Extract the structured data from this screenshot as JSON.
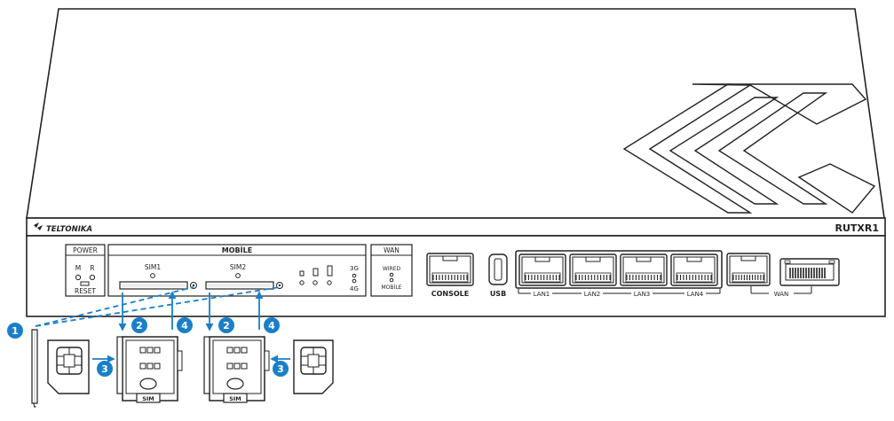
{
  "device": {
    "brand": "TELTONIKA",
    "model": "RUTXR1"
  },
  "panels": {
    "power": {
      "title": "POWER",
      "led_m": "M",
      "led_r": "R",
      "reset": "RESET"
    },
    "mobile": {
      "title": "MOBİLE",
      "sim1": "SIM1",
      "sim2": "SIM2",
      "net_3g": "3G",
      "net_4g": "4G"
    },
    "wan": {
      "title": "WAN",
      "wired": "WIRED",
      "mobile": "MOBİLE"
    }
  },
  "ports": {
    "console": "CONSOLE",
    "usb": "USB",
    "lan1": "LAN1",
    "lan2": "LAN2",
    "lan3": "LAN3",
    "lan4": "LAN4",
    "wan": "WAN"
  },
  "steps": {
    "step1": "1",
    "step2": "2",
    "step3": "3",
    "step4": "4"
  },
  "tray_label": "SIM",
  "colors": {
    "accent": "#1a7fc9",
    "line": "#222222"
  }
}
